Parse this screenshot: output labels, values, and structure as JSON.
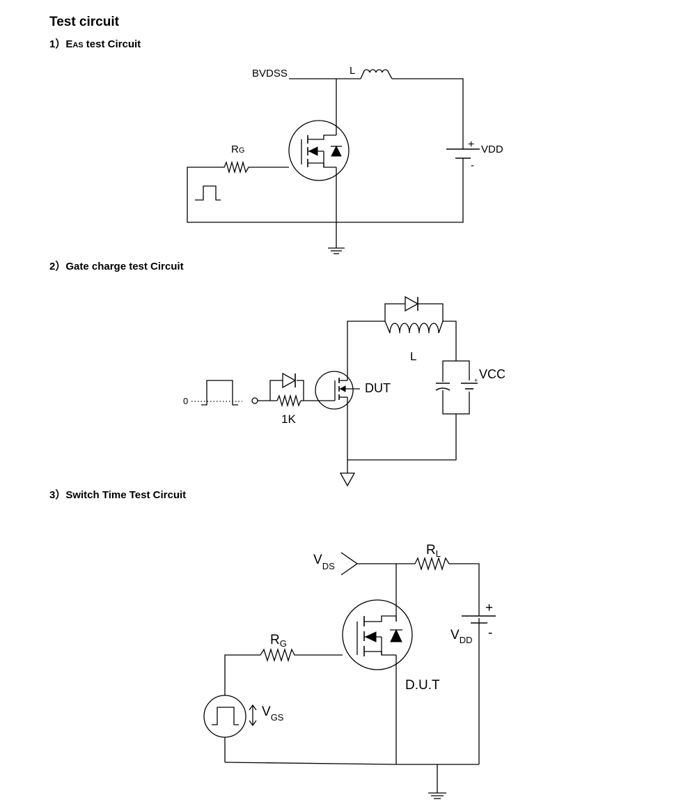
{
  "title": "Test circuit",
  "sections": [
    {
      "number": "1）",
      "name_main": "E",
      "name_sub": "AS",
      "name_rest": " test Circuit",
      "labels": {
        "bvdss": "BVDSS",
        "inductor": "L",
        "rg_main": "R",
        "rg_sub": "G",
        "plus": "+",
        "vdd": "VDD",
        "minus": "-"
      }
    },
    {
      "number": "2）",
      "name": "Gate charge test Circuit",
      "labels": {
        "zero": "0",
        "resistor": "1K",
        "dut": "DUT",
        "inductor": "L",
        "vcc": "VCC"
      }
    },
    {
      "number": "3）",
      "name": "Switch Time Test Circuit",
      "labels": {
        "vds_main": "V",
        "vds_sub": "DS",
        "rl_main": "R",
        "rl_sub": "L",
        "rg_main": "R",
        "rg_sub": "G",
        "plus": "+",
        "minus": "-",
        "vdd_main": "V",
        "vdd_sub": "DD",
        "dut": "D.U.T",
        "vgs_main": "V",
        "vgs_sub": "GS"
      }
    }
  ]
}
